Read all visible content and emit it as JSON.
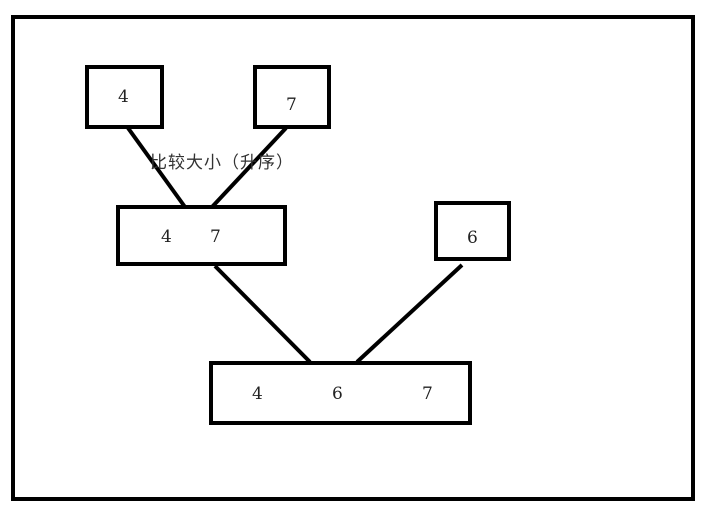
{
  "diagram": {
    "caption": "比较大小（升序）",
    "leaf_left": {
      "value": "4"
    },
    "leaf_right": {
      "value": "7"
    },
    "leaf_six": {
      "value": "6"
    },
    "merge_first": {
      "values": [
        "4",
        "7"
      ]
    },
    "merge_final": {
      "values": [
        "4",
        "6",
        "7"
      ]
    }
  },
  "colors": {
    "stroke": "#000000",
    "background": "#ffffff"
  }
}
